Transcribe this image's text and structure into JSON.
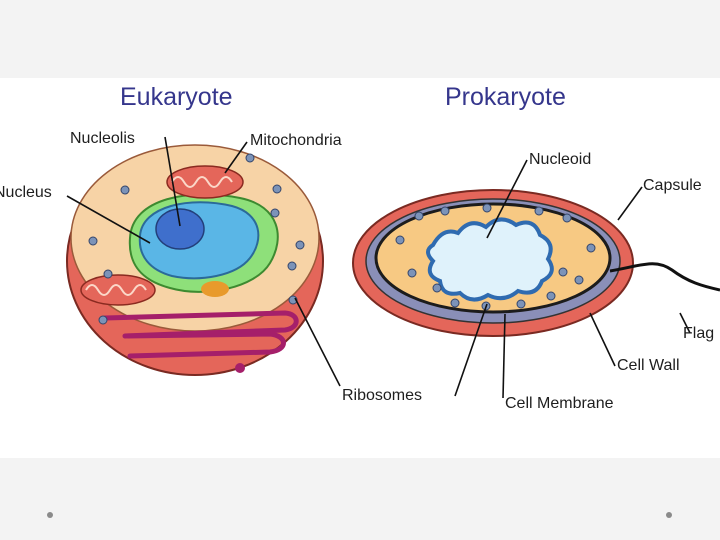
{
  "titles": {
    "eukaryote": "Eukaryote",
    "prokaryote": "Prokaryote"
  },
  "labels": {
    "nucleolis": "Nucleolis",
    "mitochondria": "Mitochondria",
    "nucleus": "Nucleus",
    "ribosomes": "Ribosomes",
    "nucleoid": "Nucleoid",
    "capsule": "Capsule",
    "flagella": "Flag",
    "cell_wall": "Cell Wall",
    "cell_membrane": "Cell Membrane"
  },
  "colors": {
    "title": "#35368c",
    "outer_wall": "#e4665a",
    "cytoplasm": "#f7d3a6",
    "er": "#8ee07a",
    "nucleus": "#5ab6e6",
    "nucleolus": "#3f6fcc",
    "mitochondria": "#e4665a",
    "golgi": "#a51f6a",
    "ribosome": "#7c93b8",
    "nucleoid": "#dff2fb",
    "nucleoid_edge": "#2f6bb0"
  }
}
